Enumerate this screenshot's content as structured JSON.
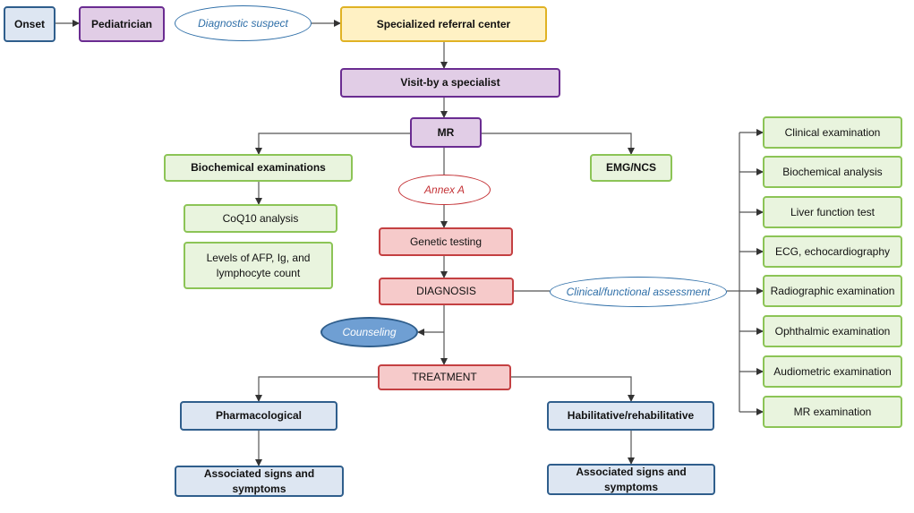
{
  "nodes": {
    "onset": "Onset",
    "pediatrician": "Pediatrician",
    "diagnostic_suspect": "Diagnostic suspect",
    "referral_center": "Specialized referral center",
    "visit_specialist": "Visit-by a specialist",
    "mr": "MR",
    "biochemical_examinations": "Biochemical examinations",
    "emg_ncs": "EMG/NCS",
    "annex_a": "Annex A",
    "coq10": "CoQ10 analysis",
    "levels": "Levels of AFP, Ig, and lymphocyte count",
    "genetic_testing": "Genetic testing",
    "diagnosis": "DIAGNOSIS",
    "clinical_assessment": "Clinical/functional assessment",
    "counseling": "Counseling",
    "treatment": "TREATMENT",
    "pharmacological": "Pharmacological",
    "habilitative": "Habilitative/rehabilitative",
    "signs_left": "Associated signs and symptoms",
    "signs_right": "Associated signs and symptoms"
  },
  "assessments": [
    "Clinical examination",
    "Biochemical analysis",
    "Liver function test",
    "ECG, echocardiography",
    "Radiographic examination",
    "Ophthalmic examination",
    "Audiometric examination",
    "MR examination"
  ]
}
